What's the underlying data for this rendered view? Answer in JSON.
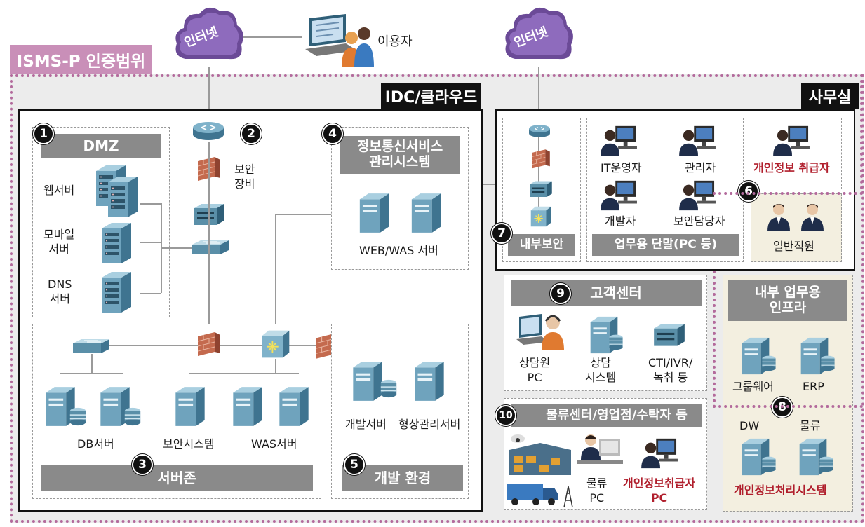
{
  "scope_label": "ISMS-P 인증범위",
  "internet_label": "인터넷",
  "user_label": "이용자",
  "idc_label": "IDC/클라우드",
  "office_label": "사무실",
  "zones": {
    "dmz": {
      "num": "1",
      "title": "DMZ",
      "items": [
        "웹서버",
        "모바일\n서버",
        "DNS\n서버"
      ]
    },
    "security_device": {
      "num": "2",
      "label": "보안\n장비"
    },
    "server_zone": {
      "num": "3",
      "title": "서버존",
      "items": [
        "DB서버",
        "보안시스템",
        "WAS서버"
      ]
    },
    "ics_mgmt": {
      "num": "4",
      "title": "정보통신서비스\n관리시스템",
      "item": "WEB/WAS 서버"
    },
    "dev_env": {
      "num": "5",
      "title": "개발 환경",
      "items": [
        "개발서버",
        "형상관리서버"
      ]
    },
    "general_staff": {
      "num": "6",
      "label": "일반직원"
    },
    "internal_security": {
      "num": "7",
      "title": "내부보안"
    },
    "internal_infra": {
      "num": "8",
      "title": "내부 업무용\n인프라",
      "items": [
        "그룹웨어",
        "ERP",
        "DW",
        "물류"
      ],
      "pis_label": "개인정보처리시스템"
    },
    "customer_center": {
      "num": "9",
      "title": "고객센터",
      "items": [
        "상담원\nPC",
        "상담\n시스템",
        "CTI/IVR/\n녹취 등"
      ]
    },
    "logistics": {
      "num": "10",
      "title": "물류센터/영업점/수탁자 등",
      "items": [
        "물류\nPC",
        "개인정보취급자\nPC"
      ]
    }
  },
  "office_terminals": {
    "title": "업무용 단말(PC 등)",
    "roles": [
      "IT운영자",
      "관리자",
      "개인정보 취급자",
      "개발자",
      "보안담당자"
    ]
  },
  "colors": {
    "scope": "#c98fb8",
    "banner": "#8a8a8a",
    "cloud": "#6b4a97",
    "server": "#5a8fa8",
    "red_text": "#b01e2c"
  }
}
